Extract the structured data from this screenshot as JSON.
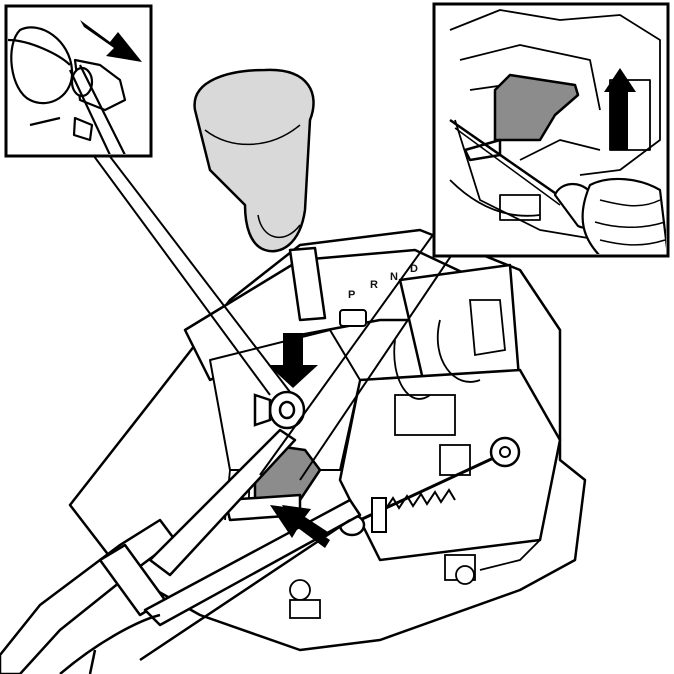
{
  "diagram": {
    "shifter_gate_letters": [
      "P",
      "R",
      "N",
      "D"
    ],
    "callout_count": 2,
    "colors": {
      "line": "#000000",
      "paper": "#ffffff",
      "highlight_part": "#8c8c8c",
      "knob_shade": "#d9d9d9"
    },
    "icons": [
      "direction-arrow-icon",
      "screwdriver-icon",
      "hand-icon",
      "gear-knob-icon"
    ]
  }
}
